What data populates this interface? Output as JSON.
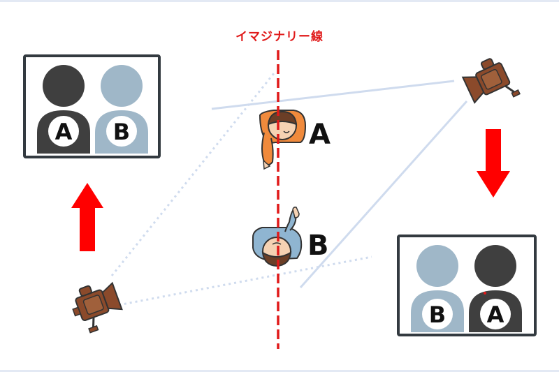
{
  "imaginary_line_label": "イマジナリー線",
  "person_a_label": "A",
  "person_b_label": "B",
  "screen_left": {
    "left_badge": "A",
    "right_badge": "B"
  },
  "screen_right": {
    "left_badge": "B",
    "right_badge": "A"
  },
  "colors": {
    "line_red": "#e01919",
    "arrow_red": "#ff0000",
    "person_dark": "#3f3f3f",
    "person_light": "#9fb7c8",
    "shirt_orange": "#f08a3c",
    "shirt_blue": "#8fb5d1",
    "hair_brown": "#6b3e26",
    "camera_brown": "#8b4a2b",
    "sightline_blue": "#cfdbee"
  }
}
